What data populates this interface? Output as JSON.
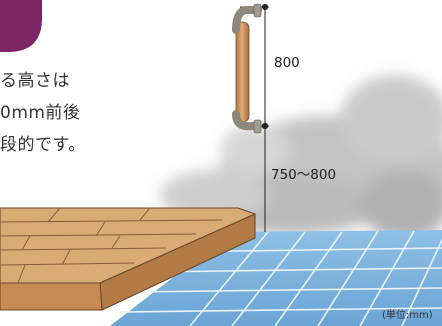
{
  "text": {
    "line1": "る高さは",
    "line2": "0mm前後",
    "line3": "段的です。"
  },
  "dimensions": {
    "handrail_height": "800",
    "floor_to_handrail": "750～800",
    "unit_note": "(単位:mm)"
  },
  "colors": {
    "accent_purple": "#7d2464",
    "handrail_wood": "#c98d5a",
    "bracket_metal": "#9a9384",
    "wall_mist": "#b9b9b9",
    "wood_deck": "#d2a06a",
    "tile_blue": "#7fb4de"
  }
}
